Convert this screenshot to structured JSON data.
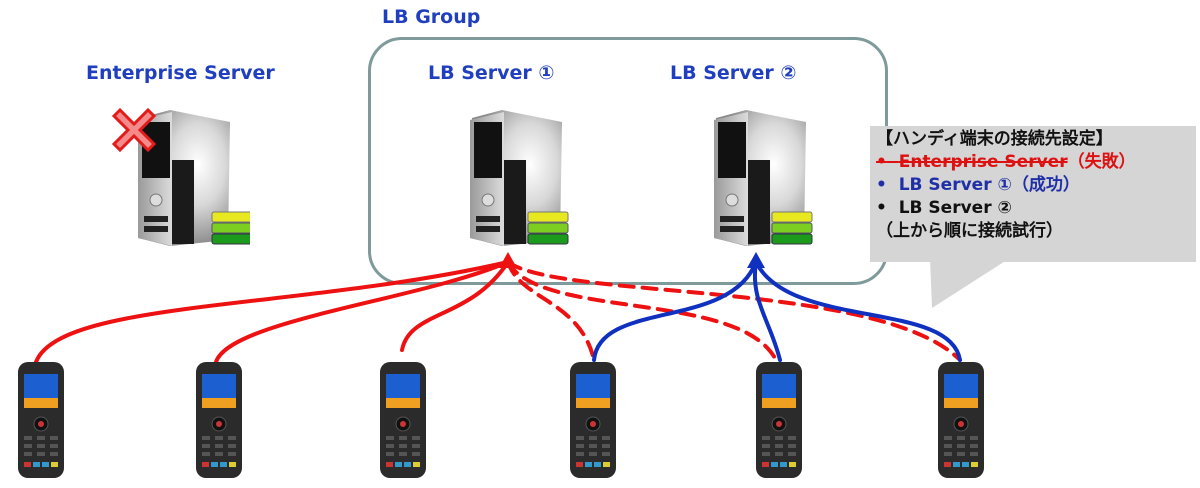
{
  "labels": {
    "enterprise_server": "Enterprise Server",
    "lb_group": "LB Group",
    "lb_server_1": "LB Server ①",
    "lb_server_2": "LB Server ②"
  },
  "callout": {
    "title": "【ハンディ端末の接続先設定】",
    "items": [
      {
        "bullet": "•",
        "name": "Enterprise Server",
        "status": "（失敗）",
        "state": "failed"
      },
      {
        "bullet": "•",
        "name": "LB Server ①",
        "status": "（成功）",
        "state": "success"
      },
      {
        "bullet": "•",
        "name": "LB Server ②",
        "status": "",
        "state": "pending"
      }
    ],
    "note": "（上から順に接続試行）"
  },
  "icons": {
    "enterprise_server": "server-tower-icon",
    "failure_mark": "red-x-icon",
    "lb_server": "server-tower-icon",
    "terminal": "handheld-terminal-icon"
  },
  "colors": {
    "label_blue": "#1f3fbf",
    "fail_red": "#ee1111",
    "success_blue": "#1030c0",
    "group_border": "#7f9a9a",
    "callout_bg": "#d5d5d5"
  },
  "connections": {
    "terminal_count": 6,
    "solid_red_to_lb1": [
      1,
      2,
      3
    ],
    "dashed_red_to_lb1": [
      4,
      5,
      6
    ],
    "solid_blue_to_lb2": [
      4,
      5,
      6
    ]
  }
}
